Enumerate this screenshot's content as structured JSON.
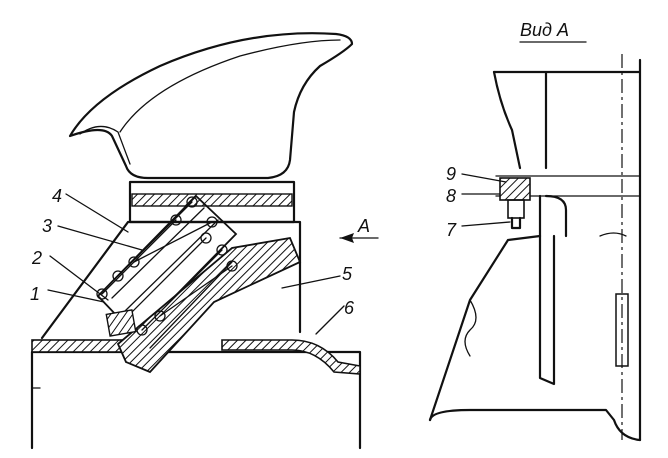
{
  "view_title": "Вид А",
  "arrow_label": "А",
  "callouts": {
    "c1": "1",
    "c2": "2",
    "c3": "3",
    "c4": "4",
    "c5": "5",
    "c6": "6",
    "c7": "7",
    "c8": "8",
    "c9": "9"
  }
}
